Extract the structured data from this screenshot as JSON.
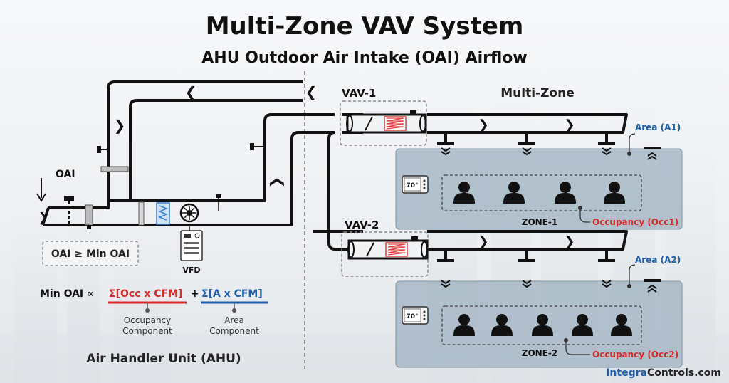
{
  "title": "Multi-Zone VAV System",
  "subtitle": "AHU Outdoor Air Intake (OAI) Airflow",
  "labels": {
    "oai": "OAI",
    "vav1": "VAV-1",
    "vav2": "VAV-2",
    "multi_zone": "Multi-Zone",
    "vfd": "VFD",
    "ahu": "Air Handler Unit (AHU)",
    "constraint": "OAI ≥ Min OAI",
    "area_a1": "Area (A1)",
    "area_a2": "Area (A2)",
    "zone1": "ZONE-1",
    "zone2": "ZONE-2",
    "occ1": "Occupancy (Occ1)",
    "occ2": "Occupancy (Occ2)",
    "thermostat1": "70°",
    "thermostat2": "70°"
  },
  "formula": {
    "lhs": "Min OAI ∝",
    "occ_term": "Σ[Occ x CFM]",
    "plus": "+",
    "area_term": "Σ[A x CFM]",
    "occ_caption_1": "Occupancy",
    "occ_caption_2": "Component",
    "area_caption_1": "Area",
    "area_caption_2": "Component"
  },
  "zones": [
    {
      "name": "ZONE-1",
      "people": 4
    },
    {
      "name": "ZONE-2",
      "people": 5
    }
  ],
  "brand": {
    "part1": "Integra",
    "part2": "Controls.com"
  },
  "colors": {
    "duct": "#1b1b1b",
    "zone_fill": "#a7b9c6",
    "occupancy_red": "#d52b2b",
    "area_blue": "#1f5fa8",
    "coil": "#e04040",
    "filter": "#3a7fd0"
  }
}
